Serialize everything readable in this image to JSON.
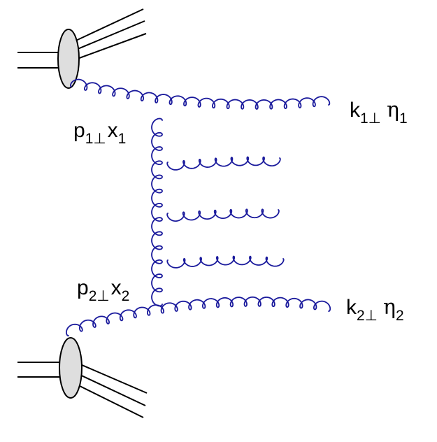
{
  "diagram": {
    "colors": {
      "gluon": "#1a1a9c",
      "blob_fill": "#dedede",
      "line": "#000000"
    },
    "labels": {
      "k1": {
        "base": "k",
        "sub": "1⊥",
        "greek": "η",
        "greek_sub": "1"
      },
      "k2": {
        "base": "k",
        "sub": "2⊥",
        "greek": "η",
        "greek_sub": "2"
      },
      "p1": {
        "base": "p",
        "sub": "1⊥",
        "var": "x",
        "var_sub": "1"
      },
      "p2": {
        "base": "p",
        "sub": "2⊥",
        "var": "x",
        "var_sub": "2"
      }
    }
  }
}
